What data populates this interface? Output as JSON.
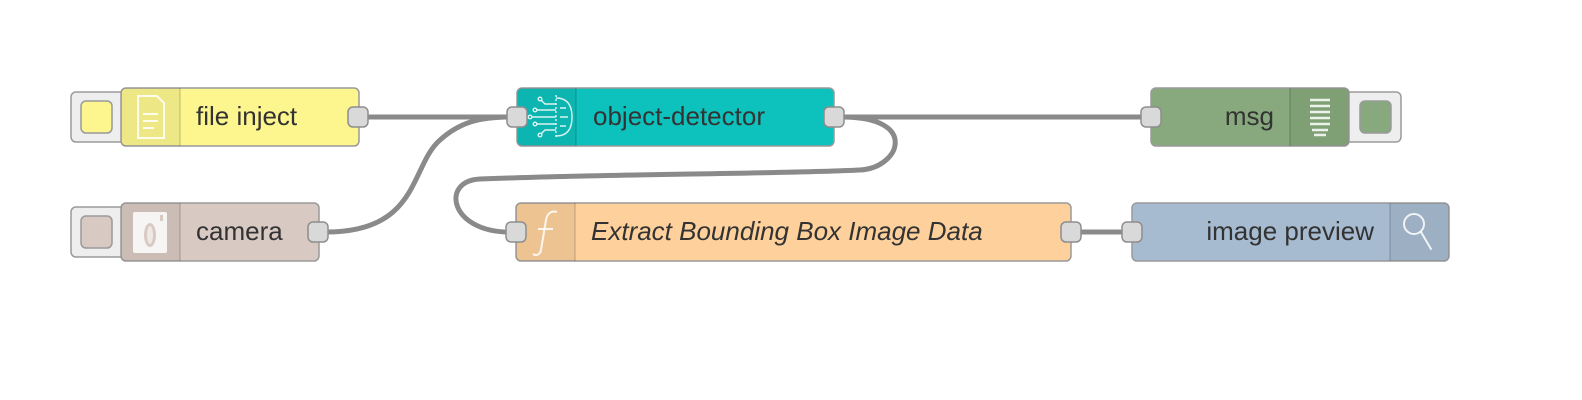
{
  "flow": {
    "nodes": [
      {
        "id": "file-inject",
        "label": "file inject",
        "color": "#fdf68e",
        "icon": "file-icon"
      },
      {
        "id": "camera",
        "label": "camera",
        "color": "#d8c9c2",
        "icon": "camera-icon"
      },
      {
        "id": "object-detector",
        "label": "object-detector",
        "color": "#0dc1bc",
        "icon": "neural-network-icon"
      },
      {
        "id": "extract",
        "label": "Extract Bounding Box Image Data",
        "color": "#fdd09c",
        "icon": "function-icon"
      },
      {
        "id": "msg",
        "label": "msg",
        "color": "#87a97d",
        "icon": "list-icon"
      },
      {
        "id": "image-preview",
        "label": "image preview",
        "color": "#a6bad0",
        "icon": "magnifier-icon"
      }
    ],
    "wires": [
      [
        "file-inject",
        "object-detector"
      ],
      [
        "camera",
        "object-detector"
      ],
      [
        "object-detector",
        "msg"
      ],
      [
        "object-detector",
        "extract"
      ],
      [
        "extract",
        "image-preview"
      ]
    ]
  }
}
